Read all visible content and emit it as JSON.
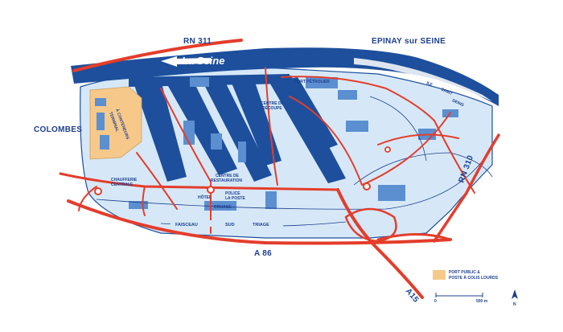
{
  "map": {
    "labels": {
      "river": "La Seine",
      "rn311": "RN 311",
      "epinay": "EPINAY sur SEINE",
      "colombes": "COLOMBES",
      "ile": "ILE",
      "saint": "SAINT",
      "denis": "DENIS",
      "rn310": "RN 310",
      "a86": "A 86",
      "a15": "A15",
      "port_petrolier": "PORT PÉTROLIER",
      "terminal_1": "TERMINAL",
      "terminal_2": "À CONTENEURS",
      "centre_decoupe_1": "CENTRE DE",
      "centre_decoupe_2": "DÉCOUPE",
      "centre_restauration_1": "CENTRE DE",
      "centre_restauration_2": "RESTAURATION",
      "hotel": "HÔTEL",
      "police": "POLICE",
      "la_poste": "LA POSTE",
      "douane": "DOUANE",
      "chaufferie_1": "CHAUFFERIE",
      "chaufferie_2": "CENTRALE",
      "faisceau": "FAISCEAU",
      "sud": "SUD",
      "triage": "TRIAGE"
    },
    "legend": {
      "line1": "PORT PUBLIC &",
      "line2": "POSTE À COLIS LOURDS",
      "swatch_color": "#f6c98a"
    },
    "scale": {
      "start": "0",
      "end": "500 m"
    },
    "north": "N",
    "colors": {
      "water": "#1d4f9c",
      "land": "#d6e8f8",
      "road": "#e43d2b",
      "building": "#5b8fd0",
      "accent_text": "#1d3f8f"
    }
  }
}
